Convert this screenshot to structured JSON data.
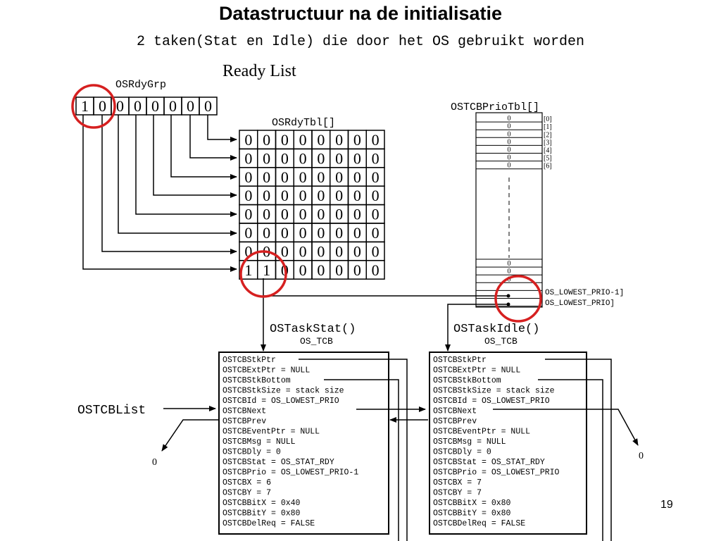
{
  "title": "Datastructuur na de initialisatie",
  "subtitle": "2 taken(Stat en Idle) die door het OS gebruikt worden",
  "page_number": "19",
  "ready_list_label": "Ready List",
  "osrdygrp": {
    "label": "OSRdyGrp",
    "bits": [
      "1",
      "0",
      "0",
      "0",
      "0",
      "0",
      "0",
      "0"
    ]
  },
  "osrdytbl": {
    "label": "OSRdyTbl[]",
    "rows": [
      [
        "0",
        "0",
        "0",
        "0",
        "0",
        "0",
        "0",
        "0"
      ],
      [
        "0",
        "0",
        "0",
        "0",
        "0",
        "0",
        "0",
        "0"
      ],
      [
        "0",
        "0",
        "0",
        "0",
        "0",
        "0",
        "0",
        "0"
      ],
      [
        "0",
        "0",
        "0",
        "0",
        "0",
        "0",
        "0",
        "0"
      ],
      [
        "0",
        "0",
        "0",
        "0",
        "0",
        "0",
        "0",
        "0"
      ],
      [
        "0",
        "0",
        "0",
        "0",
        "0",
        "0",
        "0",
        "0"
      ],
      [
        "0",
        "0",
        "0",
        "0",
        "0",
        "0",
        "0",
        "0"
      ],
      [
        "1",
        "1",
        "0",
        "0",
        "0",
        "0",
        "0",
        "0"
      ]
    ]
  },
  "priotbl": {
    "label": "OSTCBPrioTbl[]",
    "top_values": [
      "0",
      "0",
      "0",
      "0",
      "0",
      "0",
      "0"
    ],
    "top_indices": [
      "[0]",
      "[1]",
      "[2]",
      "[3]",
      "[4]",
      "[5]",
      "[6]"
    ],
    "bottom_values": [
      "0",
      "0",
      "0"
    ],
    "lowest_prio_minus_1": "OS_LOWEST_PRIO-1]",
    "lowest_prio": "OS_LOWEST_PRIO]"
  },
  "stat_task": {
    "name": "OSTaskStat()",
    "type": "OS_TCB",
    "fields": [
      "OSTCBStkPtr",
      "OSTCBExtPtr = NULL",
      "OSTCBStkBottom",
      "OSTCBStkSize = stack size",
      "OSTCBId = OS_LOWEST_PRIO",
      "OSTCBNext",
      "OSTCBPrev",
      "OSTCBEventPtr = NULL",
      "OSTCBMsg = NULL",
      "OSTCBDly = 0",
      "OSTCBStat = OS_STAT_RDY",
      "OSTCBPrio = OS_LOWEST_PRIO-1",
      "OSTCBX = 6",
      "OSTCBY = 7",
      "OSTCBBitX = 0x40",
      "OSTCBBitY = 0x80",
      "OSTCBDelReq = FALSE"
    ]
  },
  "idle_task": {
    "name": "OSTaskIdle()",
    "type": "OS_TCB",
    "fields": [
      "OSTCBStkPtr",
      "OSTCBExtPtr = NULL",
      "OSTCBStkBottom",
      "OSTCBStkSize = stack size",
      "OSTCBId = OS_LOWEST_PRIO",
      "OSTCBNext",
      "OSTCBPrev",
      "OSTCBEventPtr = NULL",
      "OSTCBMsg = NULL",
      "OSTCBDly = 0",
      "OSTCBStat = OS_STAT_RDY",
      "OSTCBPrio = OS_LOWEST_PRIO",
      "OSTCBX = 7",
      "OSTCBY = 7",
      "OSTCBBitX = 0x80",
      "OSTCBBitY = 0x80",
      "OSTCBDelReq = FALSE"
    ]
  },
  "ostcblist_label": "OSTCBList",
  "null_left": "0",
  "null_right": "0",
  "colors": {
    "highlight_circle": "#d62020",
    "ink": "#000000"
  }
}
